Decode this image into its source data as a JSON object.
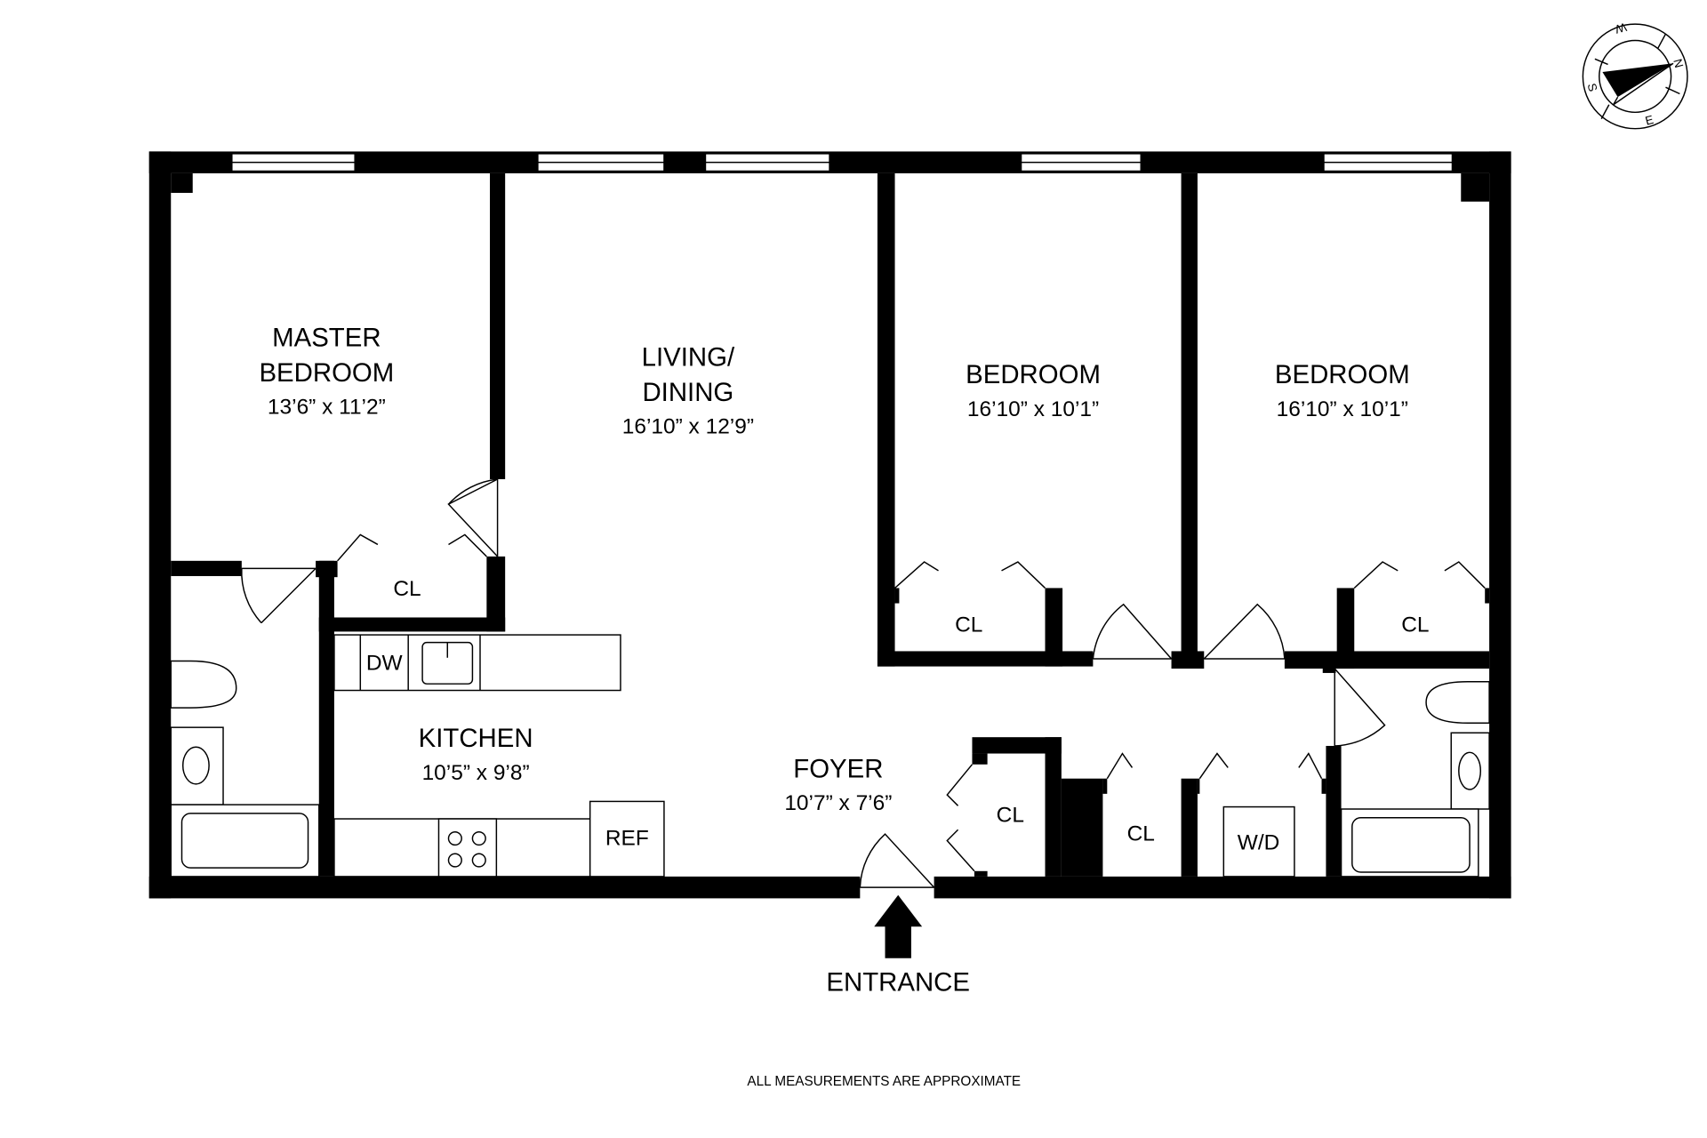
{
  "compass": {
    "n": "N",
    "s": "S",
    "e": "E",
    "w": "W"
  },
  "rooms": {
    "master_bedroom": {
      "name_line1": "MASTER",
      "name_line2": "BEDROOM",
      "size": "13’6” x 11’2”"
    },
    "living_dining": {
      "name_line1": "LIVING/",
      "name_line2": "DINING",
      "size": "16’10” x 12’9”"
    },
    "bedroom_1": {
      "name": "BEDROOM",
      "size": "16’10” x 10’1”"
    },
    "bedroom_2": {
      "name": "BEDROOM",
      "size": "16’10” x 10’1”"
    },
    "kitchen": {
      "name": "KITCHEN",
      "size": "10’5” x 9’8”"
    },
    "foyer": {
      "name": "FOYER",
      "size": "10’7” x 7’6”"
    }
  },
  "labels": {
    "closet": "CL",
    "dishwasher": "DW",
    "refrigerator": "REF",
    "washer_dryer": "W/D",
    "entrance": "ENTRANCE"
  },
  "footer_note": "ALL MEASUREMENTS ARE APPROXIMATE"
}
